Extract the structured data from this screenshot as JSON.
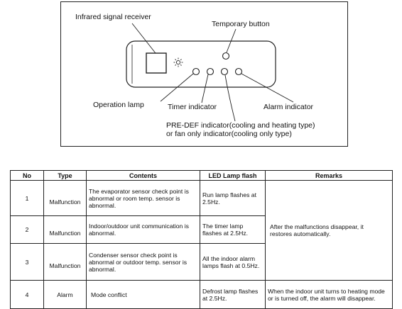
{
  "diagram": {
    "labels": {
      "infrared": "Infrared signal receiver",
      "temporary": "Temporary button",
      "operation": "Operation lamp",
      "timer": "Timer indicator",
      "alarm": "Alarm indicator",
      "predef_line1": "PRE-DEF indicator(cooling and heating type)",
      "predef_line2": "or fan only indicator(cooling only type)"
    },
    "icons": [
      "sun-icon"
    ]
  },
  "table": {
    "headers": [
      "No",
      "Type",
      "Contents",
      "LED Lamp flash",
      "Remarks"
    ],
    "rows": [
      {
        "no": "1",
        "type": "Malfunction",
        "contents": "The evaporator sensor check point is abnormal or room temp. sensor is abnormal.",
        "led": "Run lamp flashes at 2.5Hz."
      },
      {
        "no": "2",
        "type": "Malfunction",
        "contents": "Indoor/outdoor unit communication is abnormal.",
        "led": "The timer lamp flashes at 2.5Hz."
      },
      {
        "no": "3",
        "type": "Malfunction",
        "contents": "Condenser sensor check point is abnormal or outdoor temp. sensor is abnormal.",
        "led": "All the indoor alarm lamps flash at 0.5Hz."
      },
      {
        "no": "4",
        "type": "Alarm",
        "contents": "Mode conflict",
        "led": "Defrost lamp flashes at 2.5Hz.",
        "remarks": "When the indoor unit turns to heating mode or is turned off, the alarm will disappear."
      }
    ],
    "merged_remarks": "After the malfunctions disappear, it restores automatically."
  }
}
